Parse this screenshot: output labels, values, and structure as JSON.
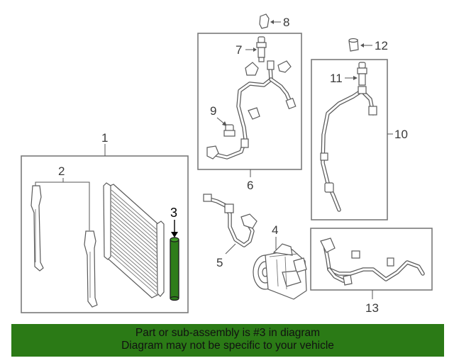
{
  "callouts": {
    "c1": "1",
    "c2": "2",
    "c3": "3",
    "c4": "4",
    "c5": "5",
    "c6": "6",
    "c7": "7",
    "c8": "8",
    "c9": "9",
    "c10": "10",
    "c11": "11",
    "c12": "12",
    "c13": "13"
  },
  "banner": {
    "line1": "Part or sub-assembly is #3 in diagram",
    "line2": "Diagram may not be specific to your vehicle"
  },
  "colors": {
    "banner_bg": "#2b7a16",
    "highlight_part": "#2e7d1a",
    "frame": "#7a7a7a"
  }
}
